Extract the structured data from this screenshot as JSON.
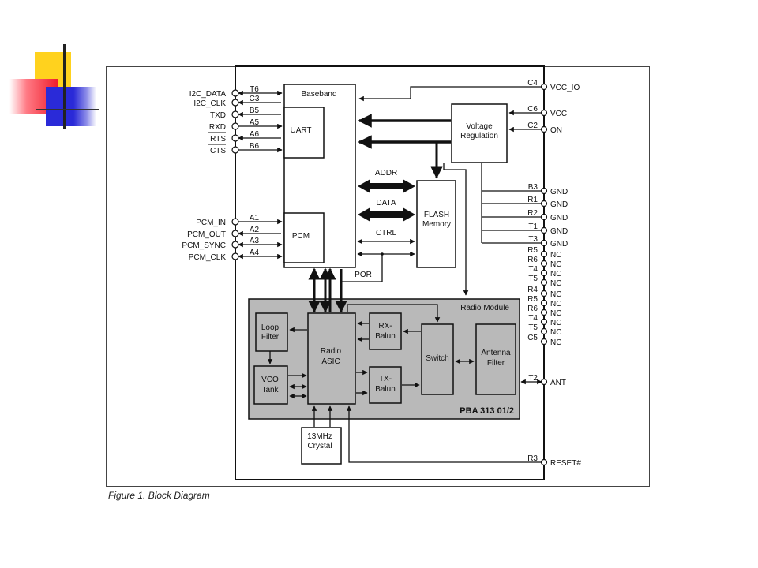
{
  "caption": "Figure 1. Block Diagram",
  "blocks": {
    "baseband": "Baseband",
    "uart": "UART",
    "pcm": "PCM",
    "voltage_regulation": [
      "Voltage",
      "Regulation"
    ],
    "flash_memory": [
      "FLASH",
      "Memory"
    ],
    "radio_module": "Radio Module",
    "loop_filter": [
      "Loop",
      "Filter"
    ],
    "vco_tank": [
      "VCO",
      "Tank"
    ],
    "radio_asic": [
      "Radio",
      "ASIC"
    ],
    "rx_balun": [
      "RX-",
      "Balun"
    ],
    "tx_balun": [
      "TX-",
      "Balun"
    ],
    "switch": "Switch",
    "antenna_filter": [
      "Antenna",
      "Filter"
    ],
    "part_number": "PBA 313 01/2",
    "crystal": [
      "13MHz",
      "Crystal"
    ]
  },
  "buses": {
    "addr": "ADDR",
    "data": "DATA",
    "ctrl": "CTRL",
    "por": "POR"
  },
  "left_pins": [
    {
      "signal": "I2C_DATA",
      "pin": "T6"
    },
    {
      "signal": "I2C_CLK",
      "pin": "C3"
    },
    {
      "signal": "TXD",
      "pin": "B5"
    },
    {
      "signal": "RXD",
      "pin": "A5"
    },
    {
      "signal": "RTS",
      "pin": "A6"
    },
    {
      "signal": "CTS",
      "pin": "B6"
    },
    {
      "signal": "PCM_IN",
      "pin": "A1"
    },
    {
      "signal": "PCM_OUT",
      "pin": "A2"
    },
    {
      "signal": "PCM_SYNC",
      "pin": "A3"
    },
    {
      "signal": "PCM_CLK",
      "pin": "A4"
    }
  ],
  "right_pins": [
    {
      "signal": "VCC_IO",
      "pin": "C4"
    },
    {
      "signal": "VCC",
      "pin": "C6"
    },
    {
      "signal": "ON",
      "pin": "C2"
    },
    {
      "signal": "GND",
      "pin": "B3"
    },
    {
      "signal": "GND",
      "pin": "R1"
    },
    {
      "signal": "GND",
      "pin": "R2"
    },
    {
      "signal": "GND",
      "pin": "T1"
    },
    {
      "signal": "GND",
      "pin": "T3"
    },
    {
      "signal": "NC",
      "pin": "R5"
    },
    {
      "signal": "NC",
      "pin": "R6"
    },
    {
      "signal": "NC",
      "pin": "T4"
    },
    {
      "signal": "NC",
      "pin": "T5"
    },
    {
      "signal": "NC",
      "pin": "R4"
    },
    {
      "signal": "NC",
      "pin": "R5"
    },
    {
      "signal": "NC",
      "pin": "R6"
    },
    {
      "signal": "NC",
      "pin": "T4"
    },
    {
      "signal": "NC",
      "pin": "T5"
    },
    {
      "signal": "NC",
      "pin": "C5"
    },
    {
      "signal": "ANT",
      "pin": "T2"
    },
    {
      "signal": "RESET#",
      "pin": "R3"
    }
  ]
}
